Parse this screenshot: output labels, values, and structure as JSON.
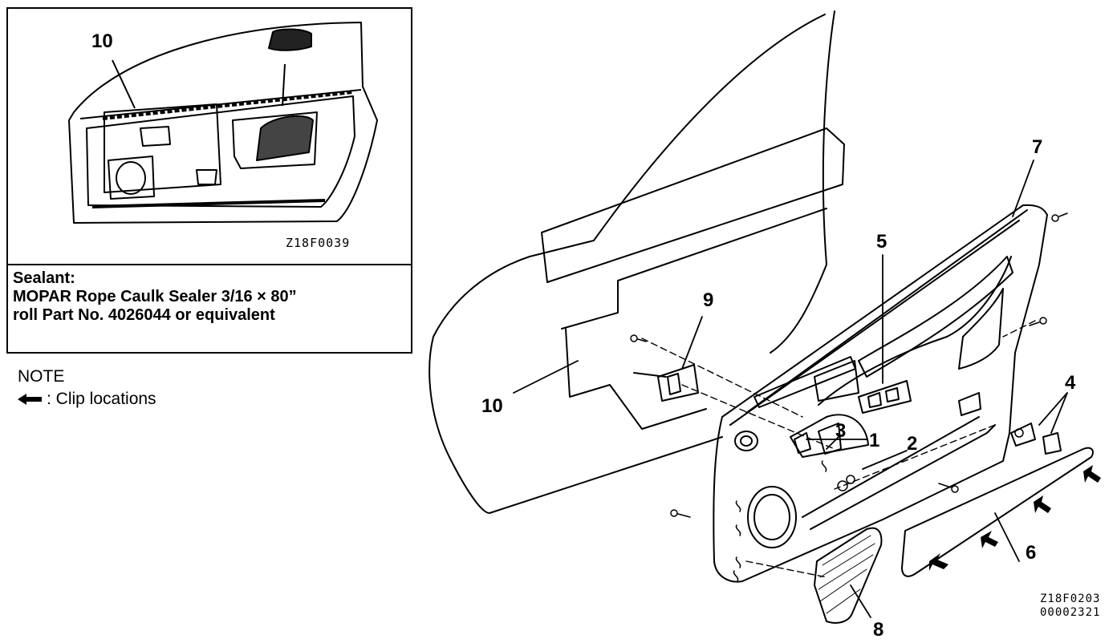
{
  "inset": {
    "callout": "10",
    "figure_code": "Z18F0039",
    "sealant_title": "Sealant:",
    "sealant_line1": "MOPAR Rope Caulk Sealer 3/16 × 80”",
    "sealant_line2": "roll Part No. 4026044 or equivalent"
  },
  "note": {
    "title": "NOTE",
    "legend_icon": "clip-arrow-icon",
    "legend_text": ": Clip locations"
  },
  "callouts": {
    "c1": "1",
    "c2": "2",
    "c3": "3",
    "c4": "4",
    "c5": "5",
    "c6": "6",
    "c7": "7",
    "c8": "8",
    "c9": "9",
    "c10": "10"
  },
  "figure_code": "Z18F0203",
  "doc_number": "00002321"
}
